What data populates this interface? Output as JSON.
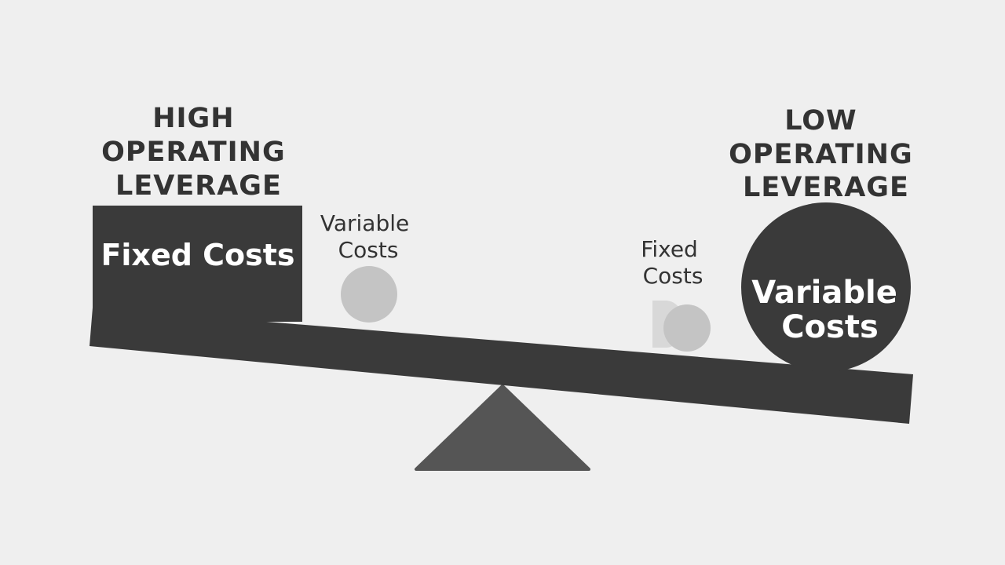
{
  "left": {
    "heading": [
      "HIGH",
      "OPERATING",
      "LEVERAGE"
    ],
    "big_weight_label": "Fixed Costs",
    "small_weight_label": [
      "Variable",
      "Costs"
    ]
  },
  "right": {
    "heading": [
      "LOW",
      "OPERATING",
      "LEVERAGE"
    ],
    "big_weight_label": [
      "Variable",
      "Costs"
    ],
    "small_weight_label": [
      "Fixed",
      "Costs"
    ]
  },
  "colors": {
    "background": "#efefef",
    "beam": "#3a3a3a",
    "fulcrum": "#555555",
    "heavy_weight": "#3a3a3a",
    "light_weight": "#c4c4c4",
    "heading_text": "#333333",
    "weight_text": "#ffffff",
    "small_text": "#333333"
  }
}
